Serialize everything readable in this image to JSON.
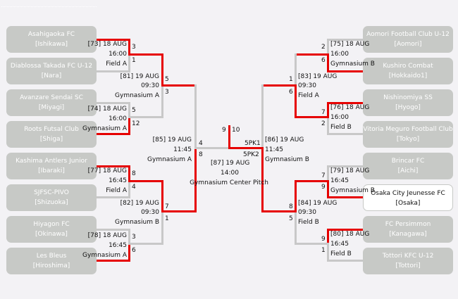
{
  "colors": {
    "win_line": "#e60000",
    "lose_line": "#c8c8c8",
    "team_box": "#c7c9c6",
    "background": "#f3f2f5"
  },
  "left_teams": [
    {
      "name": "Asahigaoka FC",
      "pref": "[Ishikawa]"
    },
    {
      "name": "Diablossa Takada FC U-12",
      "pref": "[Nara]"
    },
    {
      "name": "Avanzare Sendai SC",
      "pref": "[Miyagi]"
    },
    {
      "name": "Roots Futsal Club",
      "pref": "[Shiga]"
    },
    {
      "name": "Kashima Antlers Junior",
      "pref": "[Ibaraki]"
    },
    {
      "name": "SJFSC-PIVO",
      "pref": "[Shizuoka]"
    },
    {
      "name": "Hiyagon FC",
      "pref": "[Okinawa]"
    },
    {
      "name": "Les Bleus",
      "pref": "[Hiroshima]"
    }
  ],
  "right_teams": [
    {
      "name": "Aomori Football Club U-12",
      "pref": "[Aomori]"
    },
    {
      "name": "Kushiro Combat",
      "pref": "[Hokkaido1]"
    },
    {
      "name": "Nishinomiya SS",
      "pref": "[Hyogo]"
    },
    {
      "name": "Vitoria Meguro Football Club",
      "pref": "[Tokyo]"
    },
    {
      "name": "Brincar FC",
      "pref": "[Aichi]"
    },
    {
      "name": "Osaka City Jeunesse FC",
      "pref": "[Osaka]"
    },
    {
      "name": "FC Persimmon",
      "pref": "[Kanagawa]"
    },
    {
      "name": "Tottori KFC U-12",
      "pref": "[Tottori]"
    }
  ],
  "matches": {
    "m73": {
      "id": "[73] 18 AUG",
      "time": "16:00",
      "venue": "Field A",
      "s1": "3",
      "s2": "1"
    },
    "m74": {
      "id": "[74] 18 AUG",
      "time": "16:00",
      "venue": "Gymnasium A",
      "s1": "5",
      "s2": "12"
    },
    "m77": {
      "id": "[77] 18 AUG",
      "time": "16:45",
      "venue": "Field A",
      "s1": "8",
      "s2": "4"
    },
    "m78": {
      "id": "[78] 18 AUG",
      "time": "16:45",
      "venue": "Gymnasium A",
      "s1": "3",
      "s2": "6"
    },
    "m81": {
      "id": "[81] 19 AUG",
      "time": "09:30",
      "venue": "Gymnasium A",
      "s1": "5",
      "s2": "3"
    },
    "m82": {
      "id": "[82] 19 AUG",
      "time": "09:30",
      "venue": "Gymnasium B",
      "s1": "7",
      "s2": "1"
    },
    "m85": {
      "id": "[85] 19 AUG",
      "time": "11:45",
      "venue": "Gymnasium A",
      "s1": "4",
      "s2": "8"
    },
    "m75": {
      "id": "[75] 18 AUG",
      "time": "16:00",
      "venue": "Gymnasium B",
      "s1": "2",
      "s2": "6"
    },
    "m76": {
      "id": "[76] 18 AUG",
      "time": "16:00",
      "venue": "Field B",
      "s1": "7",
      "s2": "2"
    },
    "m79": {
      "id": "[79] 18 AUG",
      "time": "16:45",
      "venue": "Gymnasium B",
      "s1": "7",
      "s2": "9"
    },
    "m80": {
      "id": "[80] 18 AUG",
      "time": "16:45",
      "venue": "Field B",
      "s1": "9",
      "s2": "1"
    },
    "m83": {
      "id": "[83] 19 AUG",
      "time": "09:30",
      "venue": "Field A",
      "s1": "1",
      "s2": "6"
    },
    "m84": {
      "id": "[84] 19 AUG",
      "time": "09:30",
      "venue": "Field B",
      "s1": "8",
      "s2": "5"
    },
    "m86": {
      "id": "[86] 19 AUG",
      "time": "11:45",
      "venue": "Gymnasium B",
      "s1": "5PK1",
      "s2": "5PK2"
    },
    "m87": {
      "id": "[87] 19 AUG",
      "time": "14:00",
      "venue": "Gymnasium Center Pitch",
      "s1": "9",
      "s2": "10"
    }
  }
}
